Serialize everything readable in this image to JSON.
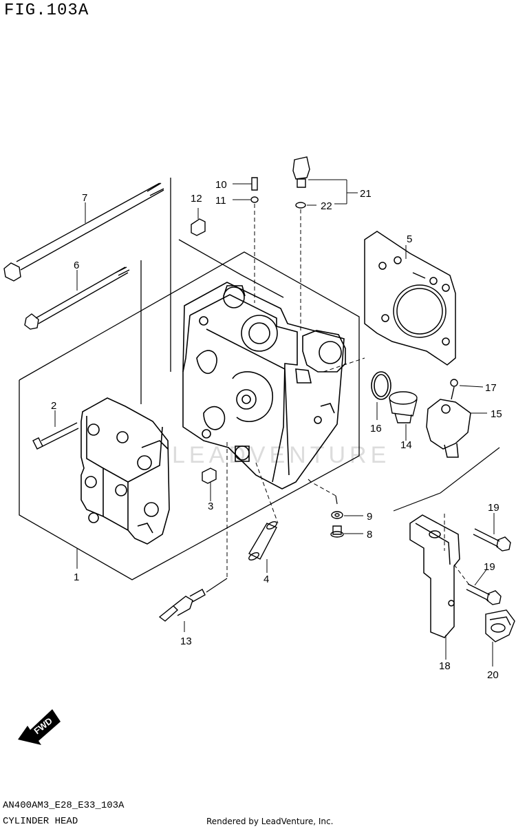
{
  "figure": {
    "title": "FIG.103A",
    "code": "AN400AM3_E28_E33_103A",
    "caption": "CYLINDER HEAD"
  },
  "credit": "Rendered by LeadVenture, Inc.",
  "watermark": "LEADVENTURE",
  "fwd_label": "FWD",
  "callouts": {
    "p1": "1",
    "p2": "2",
    "p3": "3",
    "p4": "4",
    "p5": "5",
    "p6": "6",
    "p7": "7",
    "p8": "8",
    "p9": "9",
    "p10": "10",
    "p11": "11",
    "p12": "12",
    "p13": "13",
    "p14": "14",
    "p15": "15",
    "p16": "16",
    "p17": "17",
    "p18": "18",
    "p19a": "19",
    "p19b": "19",
    "p20": "20",
    "p21": "21",
    "p22": "22"
  }
}
